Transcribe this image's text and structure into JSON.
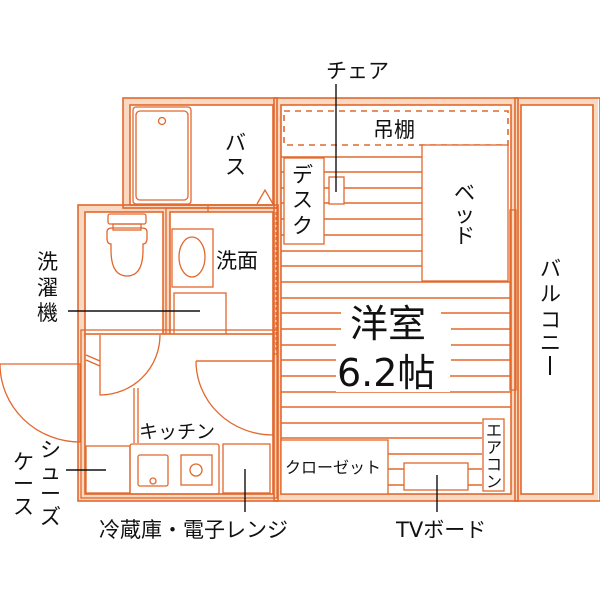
{
  "floorplan": {
    "colors": {
      "wall_stroke": "#e2682d",
      "wall_fill": "#f9d9c2",
      "text": "#111111",
      "background": "#ffffff"
    },
    "main_room": {
      "name": "洋室",
      "size": "6.2帖"
    },
    "rooms": {
      "bath": "バス",
      "washroom": "洗面",
      "kitchen": "キッチン",
      "balcony": "バルコニー"
    },
    "furniture": {
      "loft_shelf": "吊棚",
      "desk": "デスク",
      "bed": "ベッド",
      "closet": "クローゼット",
      "air_conditioner": "エアコン"
    },
    "callouts": {
      "chair": "チェア",
      "washing_machine": "洗濯機",
      "shoe_case": "シューズケース",
      "fridge_microwave": "冷蔵庫・電子レンジ",
      "tv_board": "TVボード"
    },
    "vertical_text": {
      "bath": [
        "バ",
        "ス"
      ],
      "desk": [
        "デ",
        "ス",
        "ク"
      ],
      "bed": [
        "ベ",
        "ッ",
        "ド"
      ],
      "balcony": [
        "バ",
        "ル",
        "コ",
        "ニ",
        "ー"
      ],
      "washing_machine": [
        "洗",
        "濯",
        "機"
      ],
      "shoe_case_col1": [
        "シ",
        "ュ",
        "ー",
        "ズ"
      ],
      "shoe_case_col2": [
        "ケ",
        "ー",
        "ス"
      ],
      "air_conditioner": [
        "エ",
        "ア",
        "コ",
        "ン"
      ]
    }
  }
}
